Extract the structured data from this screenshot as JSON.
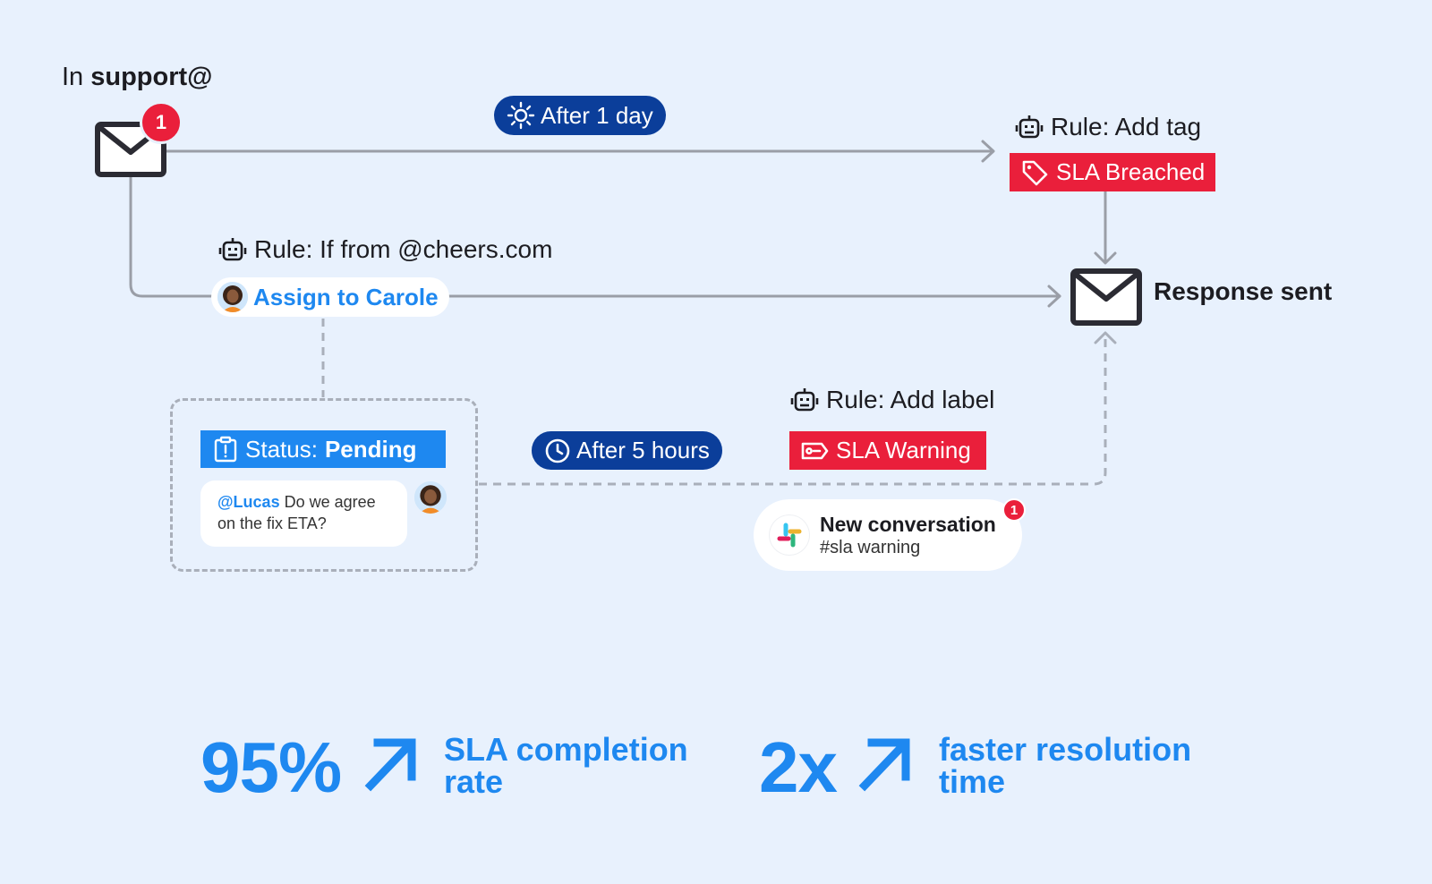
{
  "colors": {
    "background": "#e8f1fd",
    "accent_blue": "#1e88f0",
    "dark_blue": "#0b3e9a",
    "alert_red": "#ea1f3b",
    "connector_gray": "#9a9ea7"
  },
  "inbox": {
    "label_prefix": "In",
    "address": "support@",
    "unread_count": "1",
    "icon": "envelope-icon"
  },
  "delay_day": {
    "label": "After 1 day",
    "icon": "sun-icon"
  },
  "rule_add_tag": {
    "label": "Rule: Add tag",
    "tag_text": "SLA Breached",
    "icon": "robot-icon",
    "tag_icon": "tag-icon"
  },
  "rule_from": {
    "label": "Rule: If from @cheers.com",
    "action_text": "Assign to Carole",
    "icon": "robot-icon"
  },
  "response": {
    "label": "Response sent",
    "icon": "envelope-icon"
  },
  "pending_panel": {
    "status_prefix": "Status:",
    "status_value": "Pending",
    "status_icon": "clipboard-alert-icon",
    "comment_mention": "@Lucas",
    "comment_line1": "Do we agree",
    "comment_line2": "on the fix ETA?"
  },
  "delay_hours": {
    "label": "After 5 hours",
    "icon": "clock-icon"
  },
  "rule_add_label": {
    "label": "Rule: Add label",
    "tag_text": "SLA Warning",
    "icon": "robot-icon",
    "tag_icon": "label-icon"
  },
  "slack_notification": {
    "title": "New conversation",
    "channel": "#sla warning",
    "badge": "1",
    "icon": "slack-logo-icon"
  },
  "stats": [
    {
      "value": "95%",
      "label_line1": "SLA completion",
      "label_line2": "rate"
    },
    {
      "value": "2x",
      "label_line1": "faster resolution",
      "label_line2": "time"
    }
  ]
}
